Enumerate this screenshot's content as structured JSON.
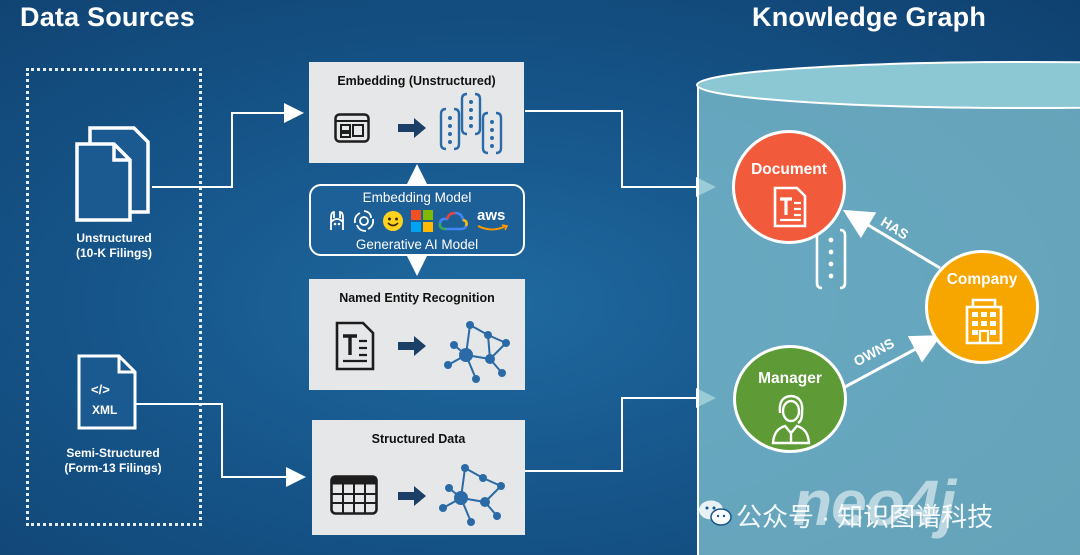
{
  "headings": {
    "data_sources": "Data Sources",
    "knowledge_graph": "Knowledge Graph"
  },
  "sources": {
    "unstructured_line1": "Unstructured",
    "unstructured_line2": "(10-K Filings)",
    "xml_badge": "XML",
    "xml_code": "</>",
    "semi_line1": "Semi-Structured",
    "semi_line2": "(Form-13 Filings)"
  },
  "panels": {
    "embedding_title": "Embedding (Unstructured)",
    "ner_title": "Named Entity Recognition",
    "structured_title": "Structured Data"
  },
  "model_box": {
    "line1": "Embedding Model",
    "line2": "Generative AI Model",
    "aws": "aws",
    "provider_icons": [
      "llama-icon",
      "openai-icon",
      "huggingface-icon",
      "microsoft-icon",
      "google-cloud-icon",
      "aws-icon"
    ]
  },
  "graph": {
    "nodes": {
      "document": "Document",
      "company": "Company",
      "manager": "Manager"
    },
    "edges": {
      "has": "HAS",
      "owns": "OWNS"
    }
  },
  "colors": {
    "document": "#f15a3b",
    "company": "#f7a600",
    "manager": "#5e9a36",
    "background": "#16558a",
    "cylinder": "#7dbecd",
    "arrow_dark": "#1c3f66"
  },
  "watermark": {
    "logo_text": "neo4j",
    "account_text": "公众号 · 知识图谱科技"
  }
}
